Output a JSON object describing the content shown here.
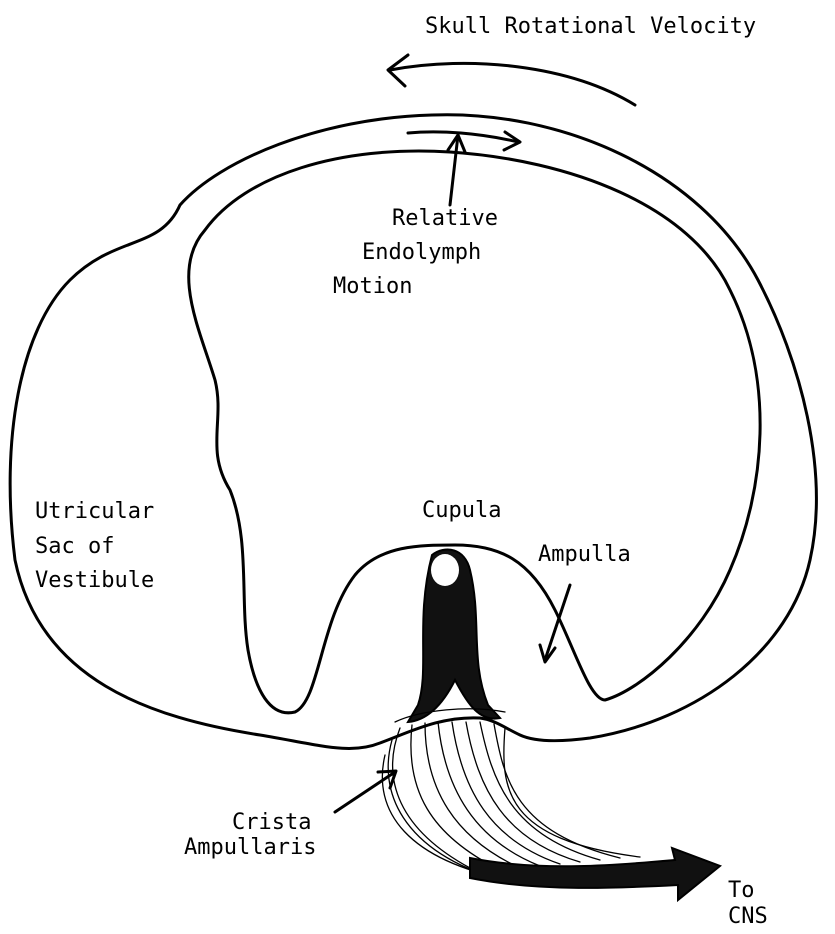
{
  "labels": {
    "skull_velocity": "Skull Rotational Velocity",
    "endolymph_line1": "Relative",
    "endolymph_line2": "Endolymph",
    "endolymph_line3": "Motion",
    "utricular_line1": "Utricular",
    "utricular_line2": "Sac of",
    "utricular_line3": "Vestibule",
    "cupula": "Cupula",
    "ampulla": "Ampulla",
    "crista_line1": "Crista",
    "crista_line2": "Ampullaris",
    "cns_line1": "To",
    "cns_line2": "CNS"
  },
  "colors": {
    "ink": "#000000",
    "paper": "#ffffff"
  }
}
